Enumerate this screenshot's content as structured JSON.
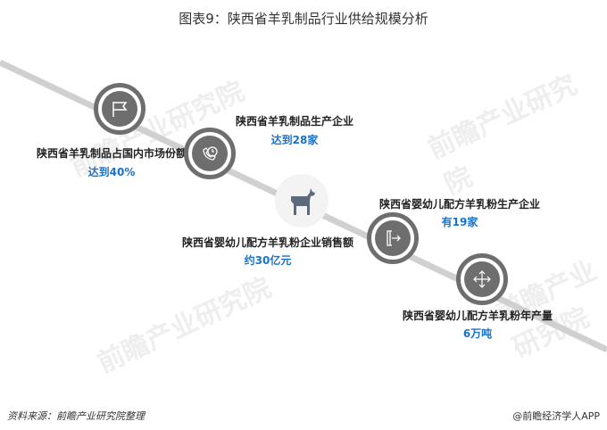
{
  "title": "图表9：陕西省羊乳制品行业供给规模分析",
  "items": [
    {
      "label": "陕西省羊乳制品占国内市场份额",
      "value": "达到40%",
      "icon": "flag-icon"
    },
    {
      "label": "陕西省羊乳制品生产企业",
      "value": "达到28家",
      "icon": "phone-clock-icon"
    },
    {
      "label": "陕西省婴幼儿配方羊乳粉企业销售额",
      "value": "约30亿元",
      "icon": "goat-icon"
    },
    {
      "label": "陕西省婴幼儿配方羊乳粉生产企业",
      "value": "有19家",
      "icon": "exit-icon"
    },
    {
      "label": "陕西省婴幼儿配方羊乳粉年产量",
      "value": "6万吨",
      "icon": "move-icon"
    }
  ],
  "watermark": "前瞻产业研究院",
  "source": "资料来源：前瞻产业研究院整理",
  "brand": "@前瞻经济学人APP",
  "colors": {
    "value": "#1a73c8",
    "node": "#6e6e6e",
    "line": "#d0d0d0",
    "goat": "#5b6b7d"
  }
}
